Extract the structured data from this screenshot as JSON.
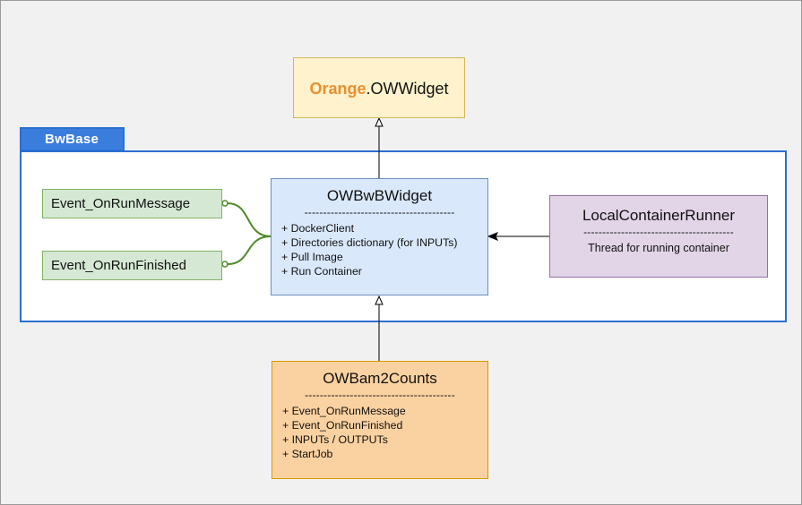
{
  "package": {
    "name": "BwBase"
  },
  "orange_widget": {
    "prefix": "Orange",
    "suffix": ".OWWidget"
  },
  "bw_widget": {
    "title": "OWBwBWidget",
    "divider": "----------------------------------------",
    "members": [
      "+ DockerClient",
      "+ Directories dictionary (for INPUTs)",
      "+ Pull Image",
      "+ Run Container"
    ]
  },
  "runner": {
    "title": "LocalContainerRunner",
    "divider": "----------------------------------------",
    "description": "Thread for running container"
  },
  "bam2counts": {
    "title": "OWBam2Counts",
    "divider": "----------------------------------------",
    "members": [
      "+ Event_OnRunMessage",
      "+ Event_OnRunFinished",
      "+ INPUTs / OUTPUTs",
      "+ StartJob"
    ]
  },
  "events": [
    {
      "label": "Event_OnRunMessage"
    },
    {
      "label": "Event_OnRunFinished"
    }
  ],
  "colors": {
    "package_border": "#2b6fd1",
    "interface_line": "#4f8a2a",
    "arrow": "#000000"
  }
}
